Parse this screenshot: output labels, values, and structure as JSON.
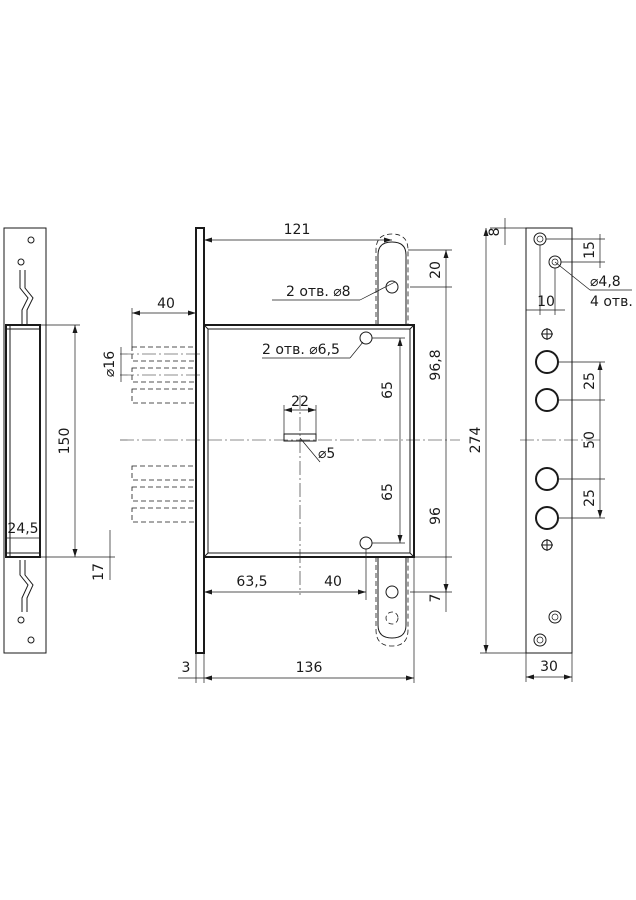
{
  "dimensions": {
    "d_121": "121",
    "d_20": "20",
    "d_2otv_8": "2 отв. ⌀8",
    "d_40_top": "40",
    "d_2otv_65": "2 отв. ⌀6,5",
    "d_16": "⌀16",
    "d_96_8": "96,8",
    "d_65_upper": "65",
    "d_22": "22",
    "d_5": "⌀5",
    "d_150": "150",
    "d_65_lower": "65",
    "d_96": "96",
    "d_24_5": "24,5",
    "d_17": "17",
    "d_63_5": "63,5",
    "d_40_bottom": "40",
    "d_7": "7",
    "d_3": "3",
    "d_136": "136",
    "d_8": "8",
    "d_15": "15",
    "d_4_8": "⌀4,8",
    "d_4otv": "4 отв.",
    "d_10": "10",
    "d_25_upper": "25",
    "d_274": "274",
    "d_50": "50",
    "d_25_lower": "25",
    "d_30": "30"
  }
}
